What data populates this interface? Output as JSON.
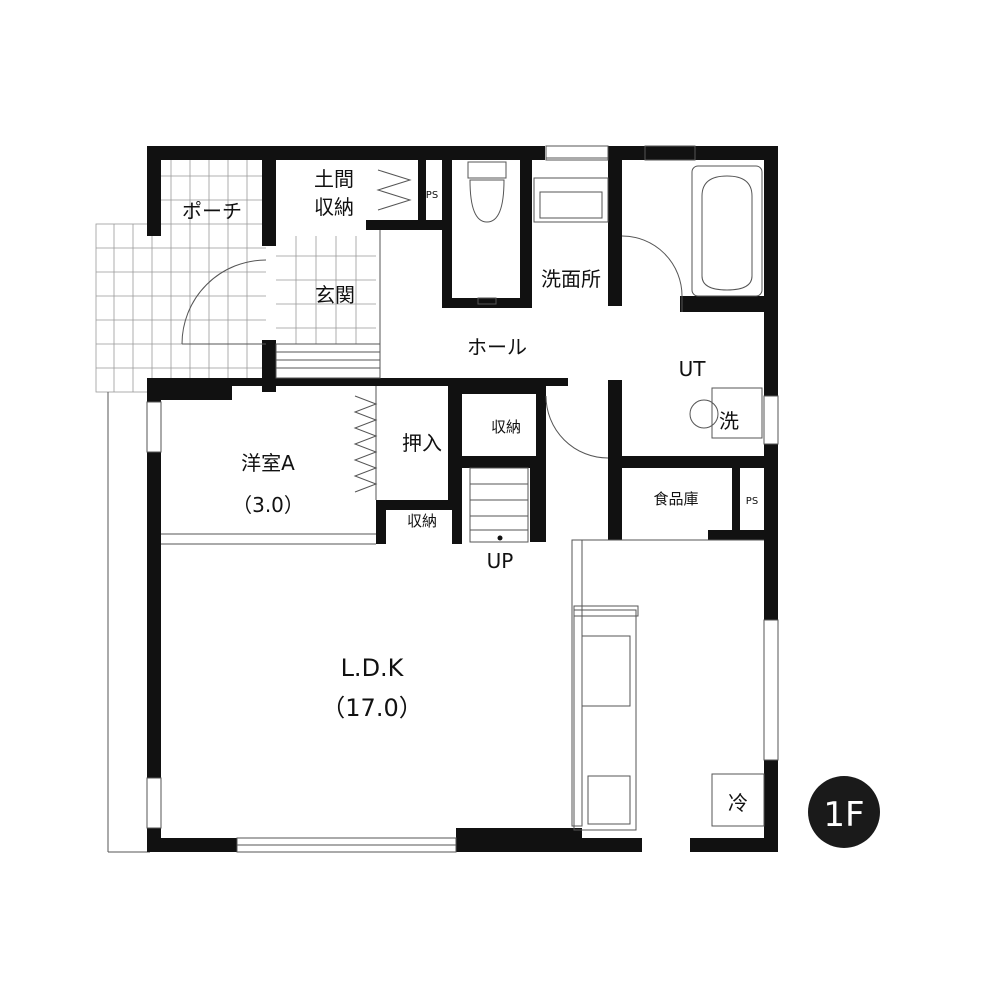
{
  "floor_badge": "1F",
  "rooms": {
    "porch": "ポーチ",
    "doma_storage_1": "土間",
    "doma_storage_2": "収納",
    "ps_top": "PS",
    "entrance": "玄関",
    "washroom": "洗面所",
    "hall": "ホール",
    "ut": "UT",
    "washer": "洗",
    "western_room": "洋室A",
    "western_room_size": "（3.0）",
    "oshiire": "押入",
    "storage_a": "収納",
    "storage_b": "収納",
    "pantry": "食品庫",
    "ps_right": "PS",
    "up": "UP",
    "ldk": "L.D.K",
    "ldk_size": "（17.0）",
    "fridge": "冷"
  }
}
